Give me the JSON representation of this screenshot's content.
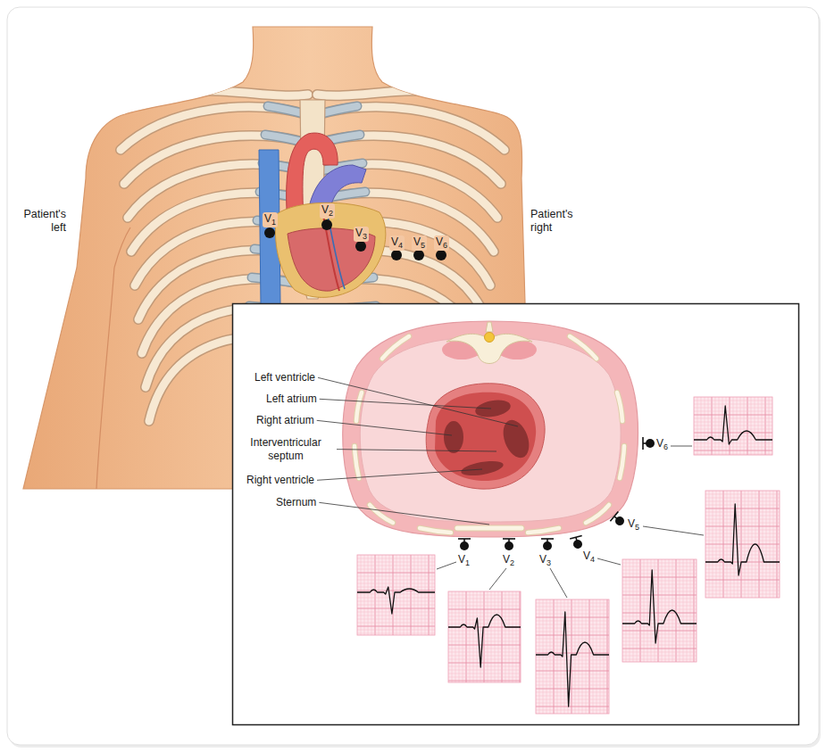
{
  "diagram": {
    "labels": [
      "Patient's left",
      "Patient's right",
      "V1",
      "V2",
      "V3",
      "V4",
      "V5",
      "V6",
      "Left ventricle",
      "Left atrium",
      "Right atrium",
      "Interventricular septum",
      "Right ventricle",
      "Sternum",
      "V6",
      "V5",
      "V1",
      "V2",
      "V3",
      "V4"
    ]
  }
}
